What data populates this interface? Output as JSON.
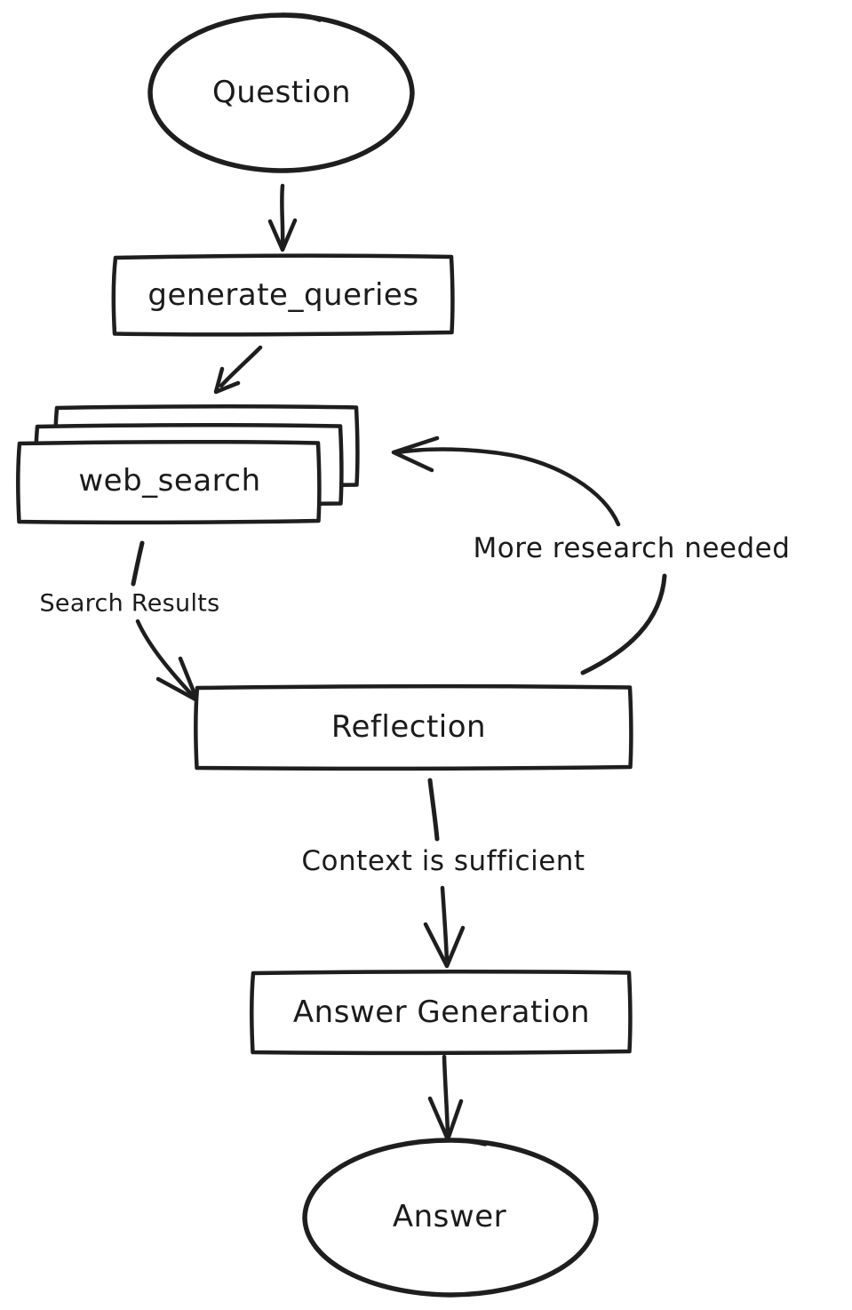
{
  "diagram": {
    "type": "flowchart",
    "style": "hand-drawn",
    "background_color": "#ffffff",
    "stroke_color": "#1e1e1e",
    "nodes": {
      "question": {
        "label": "Question",
        "shape": "ellipse"
      },
      "generate_queries": {
        "label": "generate_queries",
        "shape": "rectangle"
      },
      "web_search": {
        "label": "web_search",
        "shape": "stacked-rectangles",
        "stack_count": 3
      },
      "reflection": {
        "label": "Reflection",
        "shape": "rectangle"
      },
      "answer_generation": {
        "label": "Answer Generation",
        "shape": "rectangle"
      },
      "answer": {
        "label": "Answer",
        "shape": "ellipse"
      }
    },
    "edge_labels": {
      "search_results": "Search Results",
      "more_research": "More research needed",
      "context_sufficient": "Context is sufficient"
    },
    "edges": [
      {
        "from": "question",
        "to": "generate_queries",
        "label": ""
      },
      {
        "from": "generate_queries",
        "to": "web_search",
        "label": ""
      },
      {
        "from": "web_search",
        "to": "reflection",
        "label": "Search Results"
      },
      {
        "from": "reflection",
        "to": "web_search",
        "label": "More research needed"
      },
      {
        "from": "reflection",
        "to": "answer_generation",
        "label": "Context is sufficient"
      },
      {
        "from": "answer_generation",
        "to": "answer",
        "label": ""
      }
    ]
  }
}
